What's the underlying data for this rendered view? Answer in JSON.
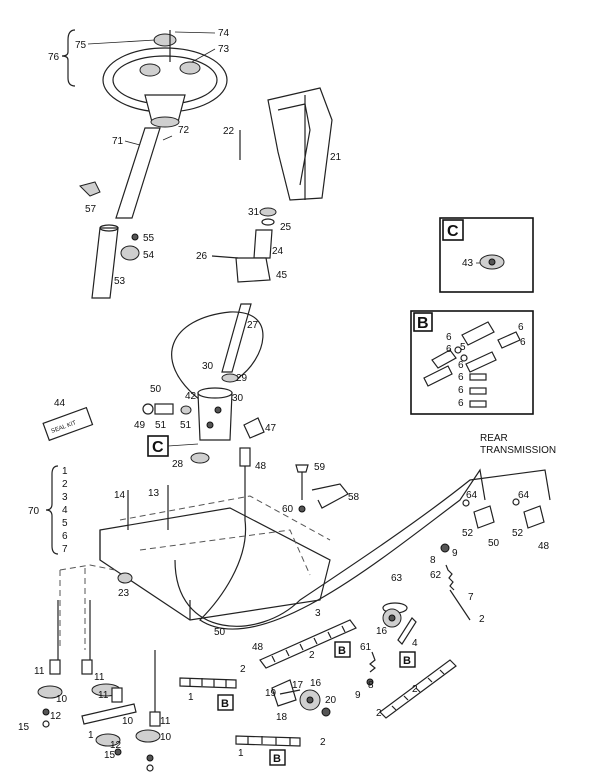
{
  "callouts": {
    "c76": "76",
    "c75": "75",
    "c74": "74",
    "c73": "73",
    "c71": "71",
    "c72": "72",
    "c57": "57",
    "c55": "55",
    "c54": "54",
    "c53": "53",
    "c22": "22",
    "c21": "21",
    "c31": "31",
    "c25": "25",
    "c24": "24",
    "c26": "26",
    "c45": "45",
    "c27": "27",
    "c30a": "30",
    "c29": "29",
    "c50a": "50",
    "c42": "42",
    "c30b": "30",
    "c44": "44",
    "c49": "49",
    "c51a": "51",
    "c51b": "51",
    "c47": "47",
    "c28": "28",
    "c48a": "48",
    "c59": "59",
    "c58": "58",
    "c60": "60",
    "c14": "14",
    "c13": "13",
    "c70": "70",
    "c23": "23",
    "c50b": "50",
    "c48b": "48",
    "c64a": "64",
    "c64b": "64",
    "c52a": "52",
    "c52b": "52",
    "c50c": "50",
    "c48c": "48",
    "c63": "63",
    "c8": "8",
    "c9a": "9",
    "c62": "62",
    "c7": "7",
    "c2a": "2",
    "c3": "3",
    "c16a": "16",
    "c4": "4",
    "c2b": "2",
    "c61": "61",
    "c9b": "9",
    "c8b": "8",
    "c2c": "2",
    "c1a": "1",
    "c19": "19",
    "c17": "17",
    "c16b": "16",
    "c20": "20",
    "c18": "18",
    "c2d": "2",
    "c2e": "2",
    "c11a": "11",
    "c11b": "11",
    "c11c": "11",
    "c11d": "11",
    "c10a": "10",
    "c10b": "10",
    "c12a": "12",
    "c12b": "12",
    "c15a": "15",
    "c15b": "15",
    "c1b": "1",
    "c1c": "1",
    "c10c": "10",
    "c2f": "2",
    "c43": "43",
    "c6a": "6",
    "c6b": "6",
    "c6c": "6",
    "c6d": "6",
    "c5": "5",
    "c6e": "6",
    "c6f": "6",
    "c6g": "6",
    "c6h": "6"
  },
  "legend70": [
    "1",
    "2",
    "3",
    "4",
    "5",
    "6",
    "7"
  ],
  "seal_kit_label": "SEAL KIT",
  "rear_transmission": [
    "REAR",
    "TRANSMISSION"
  ],
  "inset_c_letter": "C",
  "inset_b_letter": "B",
  "callout_c_letter": "C",
  "chain_b_letter": "B"
}
